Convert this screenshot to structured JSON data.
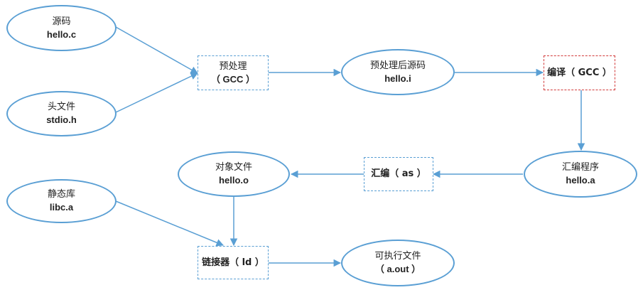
{
  "nodes": {
    "source": {
      "title": "源码",
      "sub": "hello.c"
    },
    "header": {
      "title": "头文件",
      "sub": "stdio.h"
    },
    "preprocess": {
      "title": "预处理",
      "sub": "（ GCC ）"
    },
    "pre_source": {
      "title": "预处理后源码",
      "sub": "hello.i"
    },
    "compile": {
      "title": "编译（ GCC ）"
    },
    "asm_prog": {
      "title": "汇编程序",
      "sub": "hello.a"
    },
    "assemble": {
      "title": "汇编（ as ）"
    },
    "object": {
      "title": "对象文件",
      "sub": "hello.o"
    },
    "static_lib": {
      "title": "静态库",
      "sub": "libc.a"
    },
    "linker": {
      "title": "链接器（ ld ）"
    },
    "exe": {
      "title": "可执行文件",
      "sub": "（ a.out ）"
    }
  },
  "colors": {
    "node_border": "#5a9fd4",
    "compile_border": "#d23b3b",
    "arrow": "#5a9fd4"
  }
}
